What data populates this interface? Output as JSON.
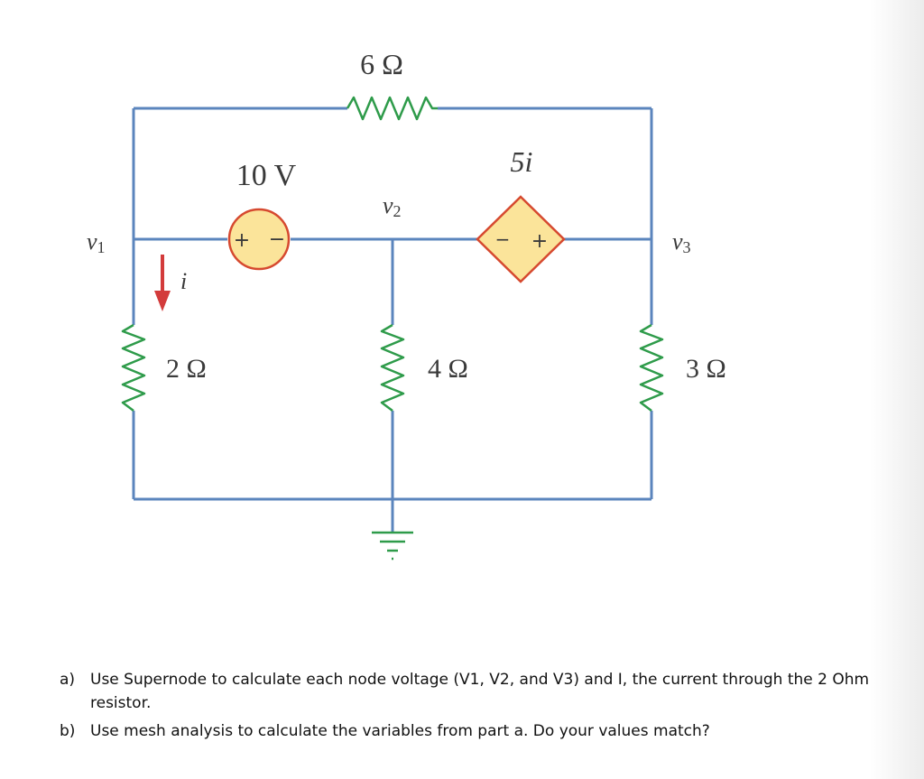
{
  "circuit": {
    "resistors": {
      "top": "6 Ω",
      "left": "2 Ω",
      "middle": "4 Ω",
      "right": "3 Ω"
    },
    "voltage_source": "10 V",
    "dependent_source": "5i",
    "nodes": {
      "v1": "v",
      "v1_sub": "1",
      "v2": "v",
      "v2_sub": "2",
      "v3": "v",
      "v3_sub": "3"
    },
    "current": "i",
    "colors": {
      "wire": "#5b85bd",
      "resistor": "#2e9b4a",
      "source_fill": "#fbe49a",
      "source_stroke": "#d6492f",
      "arrow": "#d33b3b"
    }
  },
  "questions": [
    {
      "letter": "a)",
      "text": "Use Supernode to calculate each node voltage (V1, V2, and V3) and I, the current through the 2 Ohm resistor."
    },
    {
      "letter": "b)",
      "text": "Use mesh analysis to calculate the variables from part a. Do your values match?"
    }
  ]
}
